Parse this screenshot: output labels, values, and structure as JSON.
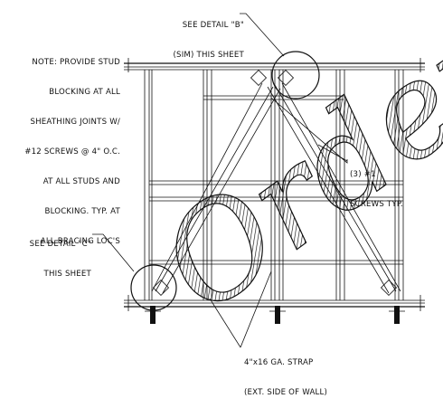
{
  "notes": {
    "stud_blocking": {
      "lines": [
        "NOTE: PROVIDE STUD",
        "BLOCKING AT ALL",
        "SHEATHING JOINTS W/",
        "#12 SCREWS @ 4\" O.C.",
        "AT ALL STUDS AND",
        "BLOCKING. TYP. AT",
        "ALL BRACING LOC'S"
      ]
    },
    "detail_b": {
      "lines": [
        "SEE DETAIL \"B\"",
        "(SIM) THIS SHEET"
      ]
    },
    "detail_c": {
      "lines": [
        "SEE DETAIL \"C\"",
        "THIS SHEET"
      ]
    },
    "screws": {
      "lines": [
        "(3) #1",
        "SCREWS TYP."
      ]
    },
    "strap": {
      "lines": [
        "4\"x16 GA. STRAP",
        "(EXT. SIDE OF WALL)"
      ]
    }
  },
  "watermark": {
    "text": "Order"
  },
  "colors": {
    "ink": "#111111",
    "background": "#ffffff"
  }
}
